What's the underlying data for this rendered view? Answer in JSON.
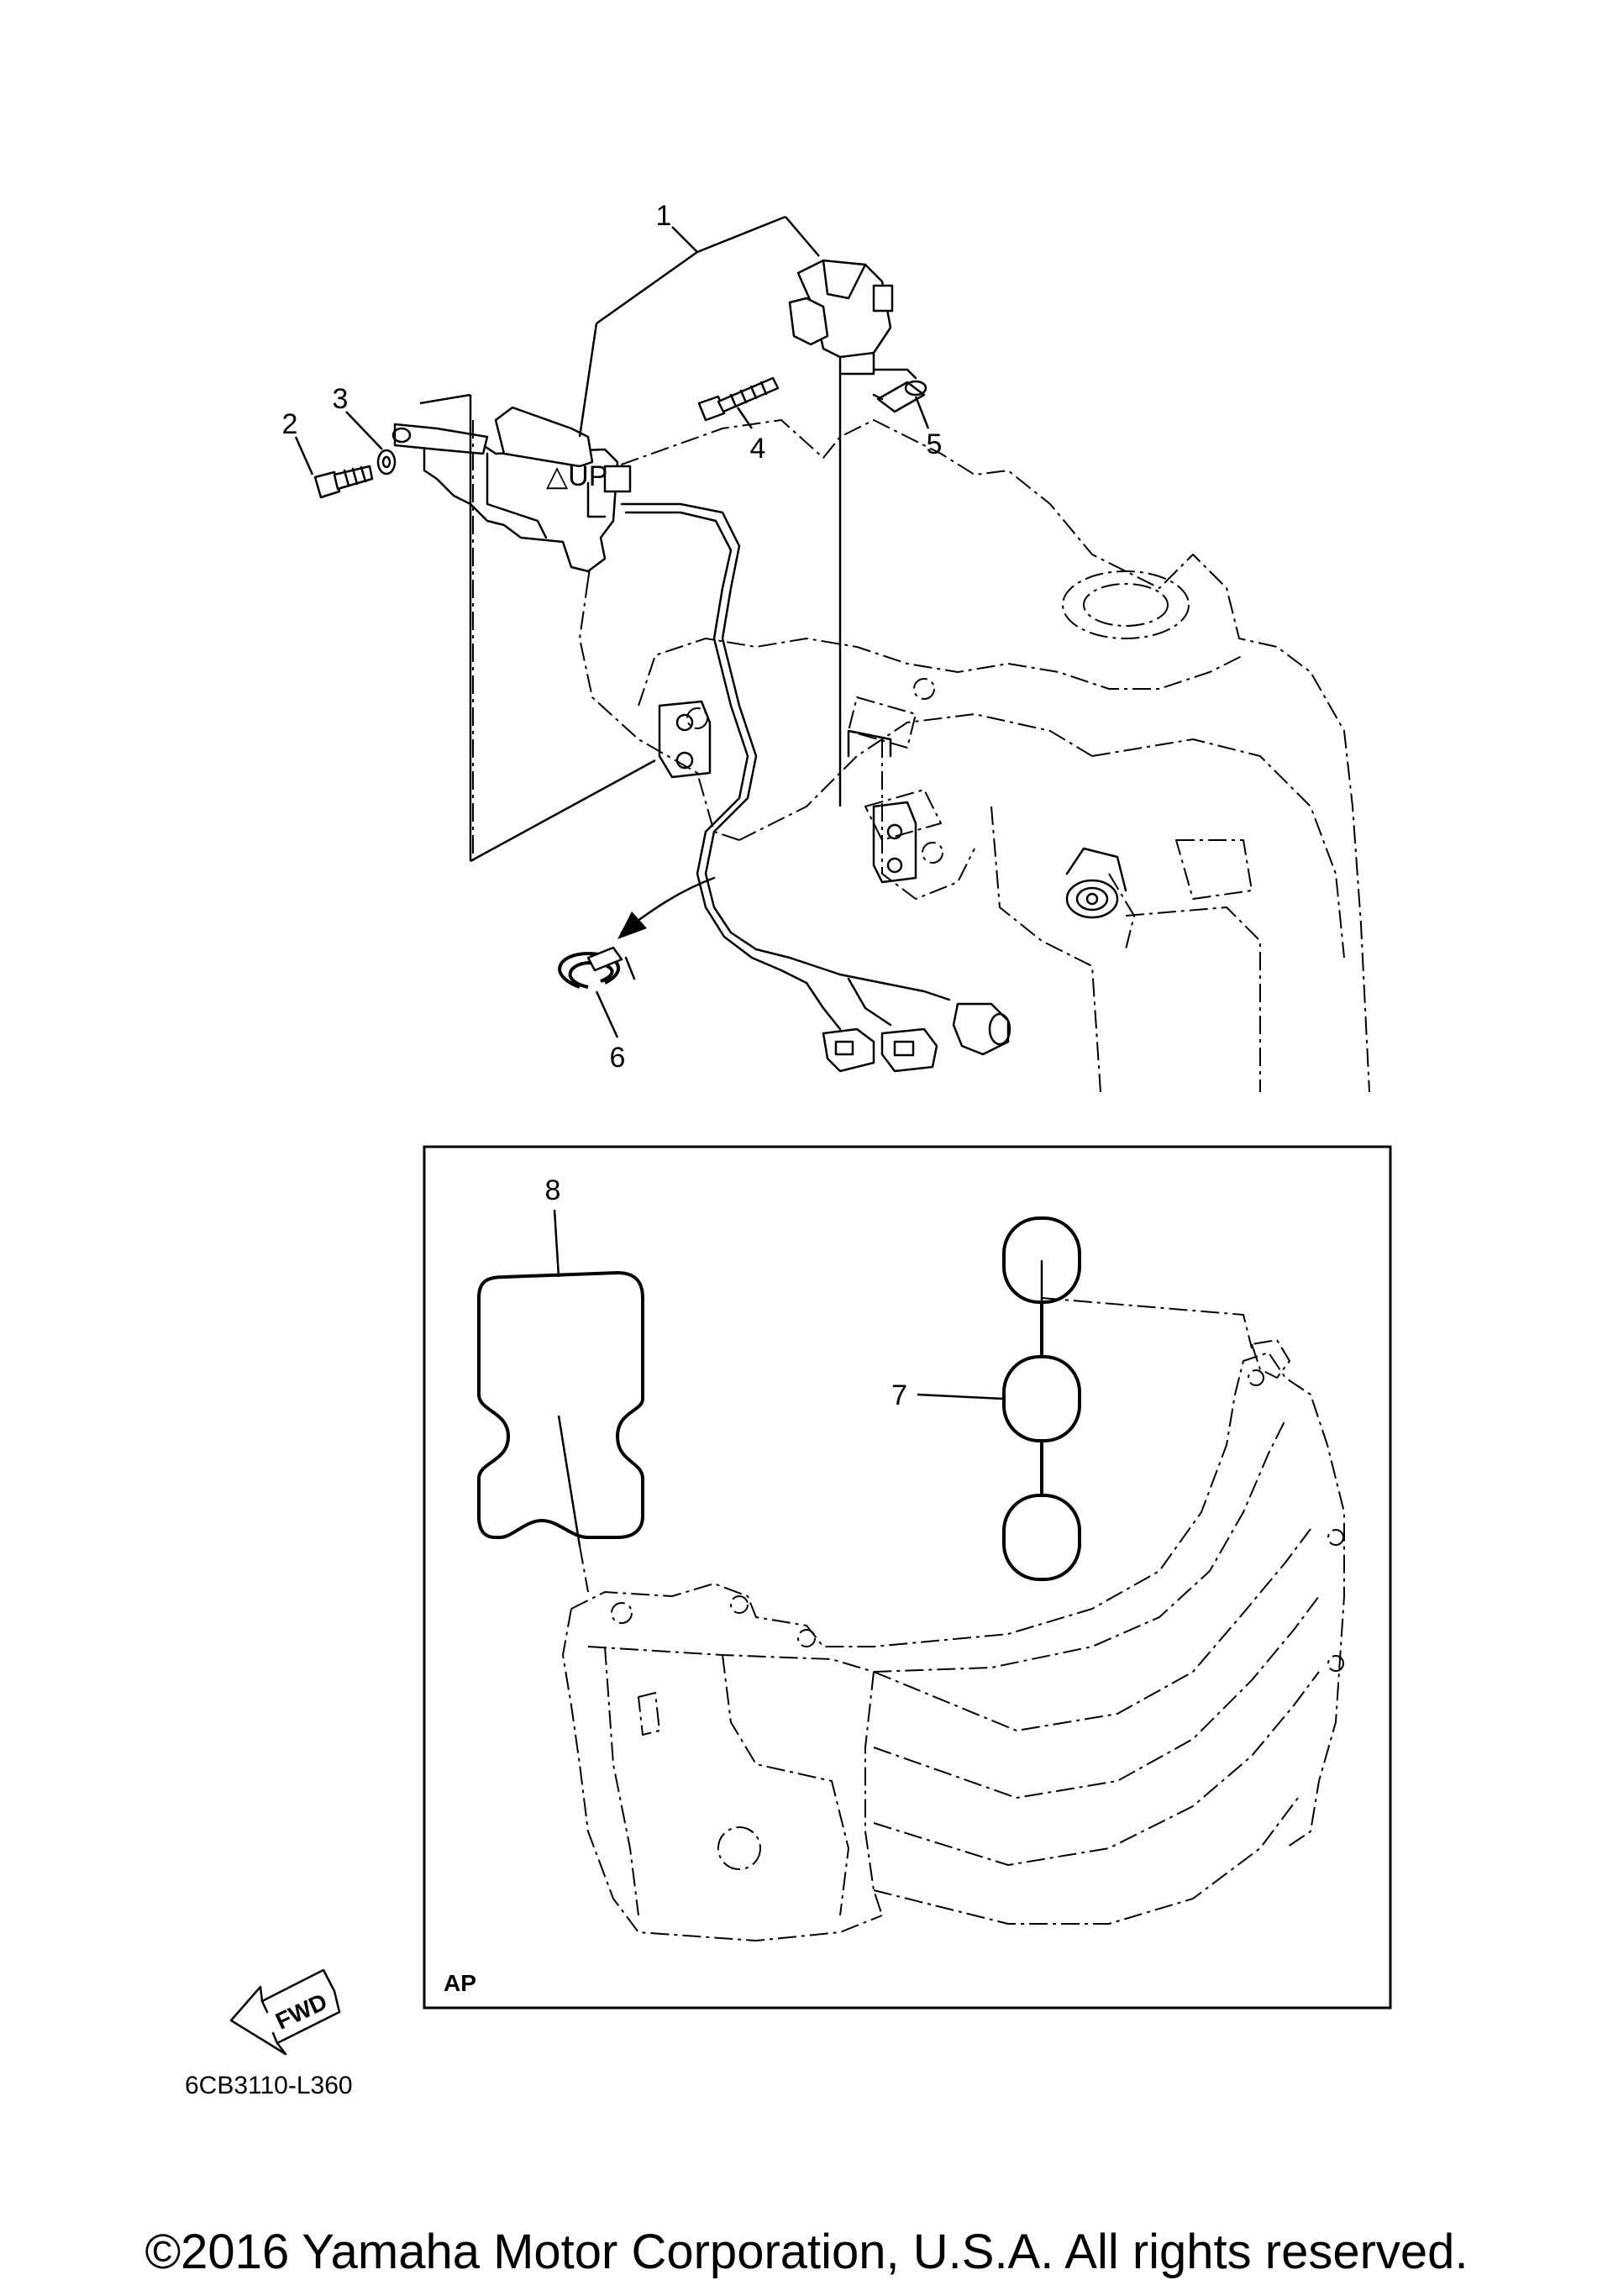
{
  "callouts": {
    "c1": "1",
    "c2": "2",
    "c3": "3",
    "c4": "4",
    "c5": "5",
    "c6": "6",
    "c7": "7",
    "c8": "8"
  },
  "sensor_mark": "△UP",
  "inset_tag": "AP",
  "fwd_label": "FWD",
  "diagram_code": "6CB3110-L360",
  "copyright": "©2016 Yamaha Motor Corporation, U.S.A. All rights reserved."
}
